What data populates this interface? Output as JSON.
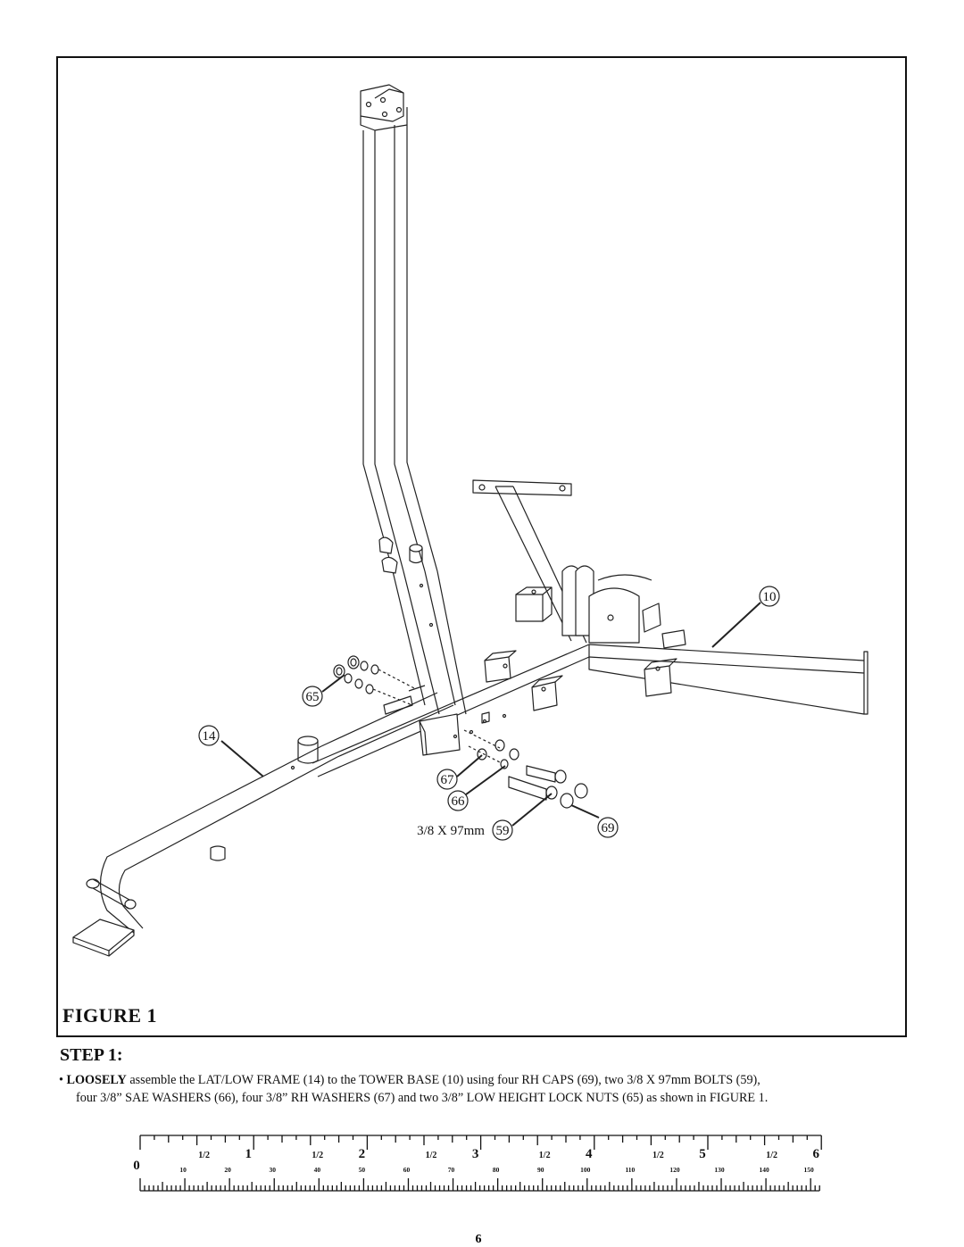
{
  "figure": {
    "title": "FIGURE 1",
    "callouts": [
      {
        "id": "10",
        "label": "10"
      },
      {
        "id": "65",
        "label": "65"
      },
      {
        "id": "14",
        "label": "14"
      },
      {
        "id": "67",
        "label": "67"
      },
      {
        "id": "66",
        "label": "66"
      },
      {
        "id": "59",
        "label": "59"
      },
      {
        "id": "69",
        "label": "69"
      }
    ],
    "bolt_spec": "3/8 X 97mm"
  },
  "step": {
    "heading": "STEP 1:",
    "bullet": "•",
    "bold_word": "LOOSELY",
    "text_line1": " assemble the LAT/LOW FRAME (14) to the TOWER BASE (10) using four RH CAPS (69), two 3/8 X 97mm BOLTS (59),",
    "text_line2": "four 3/8” SAE WASHERS (66), four 3/8” RH WASHERS (67) and two 3/8” LOW HEIGHT LOCK NUTS (65) as shown in FIGURE 1."
  },
  "ruler": {
    "inch_labels": [
      "0",
      "1",
      "2",
      "3",
      "4",
      "5",
      "6"
    ],
    "half_label": "1/2",
    "cm_labels": [
      "10",
      "20",
      "30",
      "40",
      "50",
      "60",
      "70",
      "80",
      "90",
      "100",
      "110",
      "120",
      "130",
      "140",
      "150"
    ]
  },
  "page_number": "6"
}
